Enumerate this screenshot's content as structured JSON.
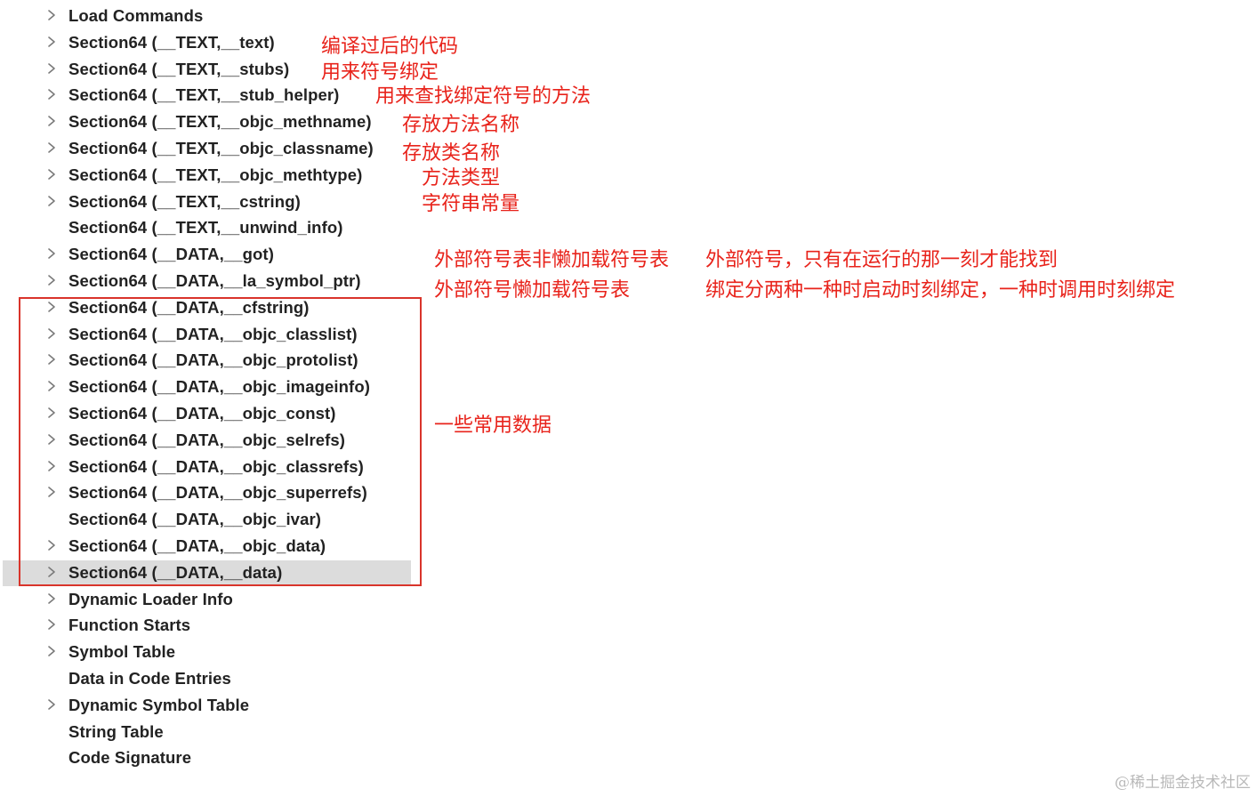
{
  "tree": {
    "items": [
      {
        "label": "Load Commands",
        "expandable": true
      },
      {
        "label": "Section64 (__TEXT,__text)",
        "expandable": true
      },
      {
        "label": "Section64 (__TEXT,__stubs)",
        "expandable": true
      },
      {
        "label": "Section64 (__TEXT,__stub_helper)",
        "expandable": true
      },
      {
        "label": "Section64 (__TEXT,__objc_methname)",
        "expandable": true
      },
      {
        "label": "Section64 (__TEXT,__objc_classname)",
        "expandable": true
      },
      {
        "label": "Section64 (__TEXT,__objc_methtype)",
        "expandable": true
      },
      {
        "label": "Section64 (__TEXT,__cstring)",
        "expandable": true
      },
      {
        "label": "Section64 (__TEXT,__unwind_info)",
        "expandable": false
      },
      {
        "label": "Section64 (__DATA,__got)",
        "expandable": true
      },
      {
        "label": "Section64 (__DATA,__la_symbol_ptr)",
        "expandable": true
      },
      {
        "label": "Section64 (__DATA,__cfstring)",
        "expandable": true
      },
      {
        "label": "Section64 (__DATA,__objc_classlist)",
        "expandable": true
      },
      {
        "label": "Section64 (__DATA,__objc_protolist)",
        "expandable": true
      },
      {
        "label": "Section64 (__DATA,__objc_imageinfo)",
        "expandable": true
      },
      {
        "label": "Section64 (__DATA,__objc_const)",
        "expandable": true
      },
      {
        "label": "Section64 (__DATA,__objc_selrefs)",
        "expandable": true
      },
      {
        "label": "Section64 (__DATA,__objc_classrefs)",
        "expandable": true
      },
      {
        "label": "Section64 (__DATA,__objc_superrefs)",
        "expandable": true
      },
      {
        "label": "Section64 (__DATA,__objc_ivar)",
        "expandable": false
      },
      {
        "label": "Section64 (__DATA,__objc_data)",
        "expandable": true
      },
      {
        "label": "Section64 (__DATA,__data)",
        "expandable": true,
        "selected": true
      },
      {
        "label": "Dynamic Loader Info",
        "expandable": true
      },
      {
        "label": "Function Starts",
        "expandable": true
      },
      {
        "label": "Symbol Table",
        "expandable": true
      },
      {
        "label": "Data in Code Entries",
        "expandable": false
      },
      {
        "label": "Dynamic Symbol Table",
        "expandable": true
      },
      {
        "label": "String Table",
        "expandable": false
      },
      {
        "label": "Code Signature",
        "expandable": false
      }
    ]
  },
  "annotations": {
    "text": "编译过后的代码",
    "stubs": "用来符号绑定",
    "stub_helper": "用来查找绑定符号的方法",
    "methname": "存放方法名称",
    "classname": "存放类名称",
    "methtype": "方法类型",
    "cstring": "字符串常量",
    "got": "外部符号表非懒加载符号表",
    "got_detail": "外部符号，只有在运行的那一刻才能找到",
    "la_symbol_ptr": "外部符号懒加载符号表",
    "la_symbol_ptr_detail": "绑定分两种一种时启动时刻绑定，一种时调用时刻绑定",
    "data_group": "一些常用数据"
  },
  "colors": {
    "annotation": "#e8231b",
    "box": "#d9342b",
    "selected_row": "#dcdcdc",
    "label": "#222222"
  },
  "watermark": "@稀土掘金技术社区"
}
